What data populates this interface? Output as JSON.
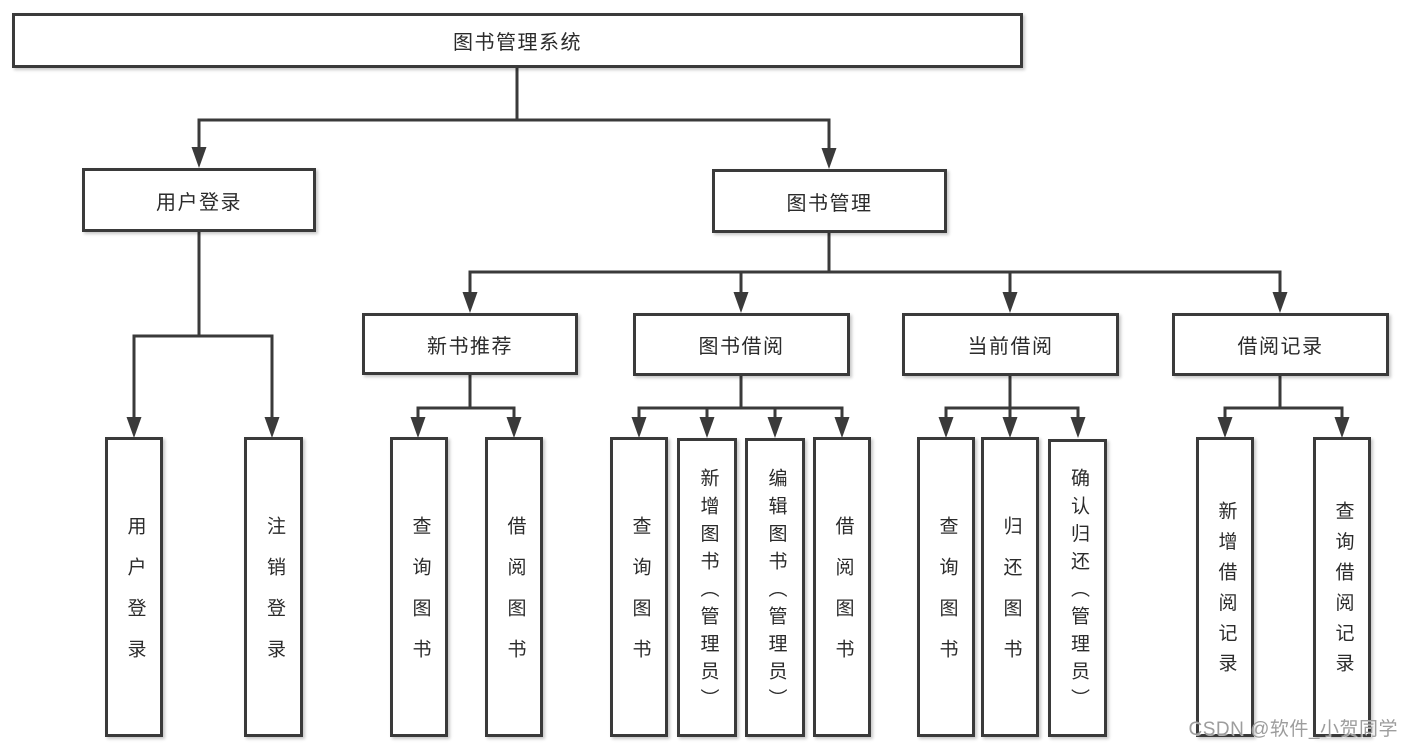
{
  "tree": {
    "label": "图书管理系统",
    "children": [
      {
        "label": "用户登录",
        "children": [
          {
            "label": "用户登录"
          },
          {
            "label": "注销登录"
          }
        ]
      },
      {
        "label": "图书管理",
        "children": [
          {
            "label": "新书推荐",
            "children": [
              {
                "label": "查询图书"
              },
              {
                "label": "借阅图书"
              }
            ]
          },
          {
            "label": "图书借阅",
            "children": [
              {
                "label": "查询图书"
              },
              {
                "label": "新增图书（管理员）"
              },
              {
                "label": "编辑图书（管理员）"
              },
              {
                "label": "借阅图书"
              }
            ]
          },
          {
            "label": "当前借阅",
            "children": [
              {
                "label": "查询图书"
              },
              {
                "label": "归还图书"
              },
              {
                "label": "确认归还（管理员）"
              }
            ]
          },
          {
            "label": "借阅记录",
            "children": [
              {
                "label": "新增借阅记录"
              },
              {
                "label": "查询借阅记录"
              }
            ]
          }
        ]
      }
    ]
  },
  "watermark": {
    "text": "CSDN @软件_小贺同学"
  },
  "colors": {
    "line": "#3a3a3a",
    "box_border": "#3a3a3a",
    "text": "#2b2b2b",
    "watermark_text": "#9d9d9d",
    "background": "#ffffff"
  }
}
